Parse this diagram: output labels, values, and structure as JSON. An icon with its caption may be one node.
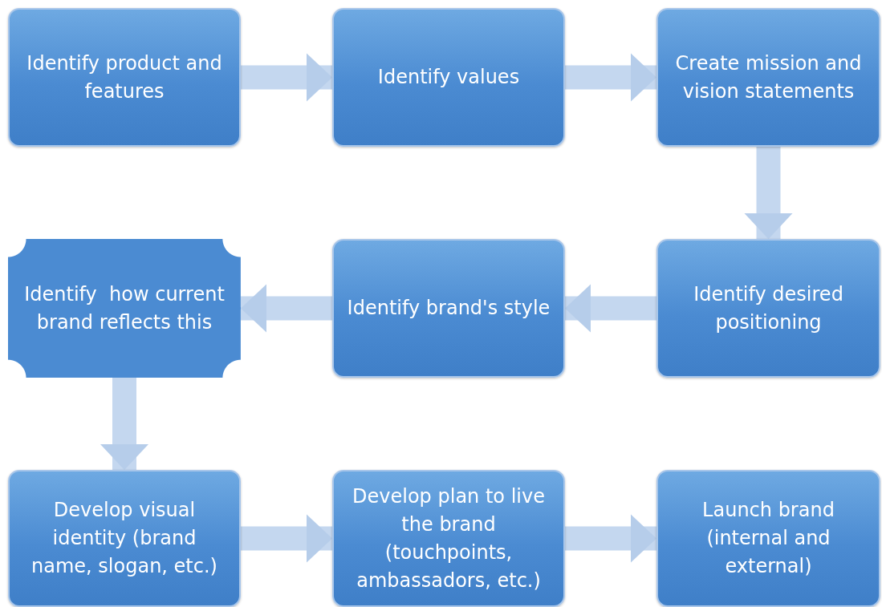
{
  "diagram": {
    "nodes": [
      {
        "text": [
          "Identify product and features"
        ]
      },
      {
        "text": [
          "Identify values"
        ]
      },
      {
        "text": [
          "Create mission and vision statements"
        ]
      },
      {
        "text": [
          "Identify  how current brand reflects this"
        ]
      },
      {
        "text": [
          "Identify brand's style"
        ]
      },
      {
        "text": [
          "Identify desired positioning"
        ]
      },
      {
        "text": [
          "Develop visual identity (brand name, slogan, etc.)"
        ]
      },
      {
        "text": [
          "Develop plan to live the brand (touchpoints, ambassadors, etc.)"
        ]
      },
      {
        "text": [
          "Launch brand (internal and external)"
        ]
      }
    ],
    "edges": [
      {
        "from": 0,
        "to": 1,
        "arrow": "to"
      },
      {
        "from": 1,
        "to": 2,
        "arrow": "to"
      },
      {
        "from": 2,
        "to": 5,
        "arrow": "to"
      },
      {
        "from": 5,
        "to": 4,
        "arrow": "to"
      },
      {
        "from": 4,
        "to": 3,
        "arrow": "to"
      },
      {
        "from": 3,
        "to": 6,
        "arrow": "to"
      },
      {
        "from": 6,
        "to": 7,
        "arrow": "to"
      },
      {
        "from": 7,
        "to": 8,
        "arrow": "to"
      }
    ]
  }
}
